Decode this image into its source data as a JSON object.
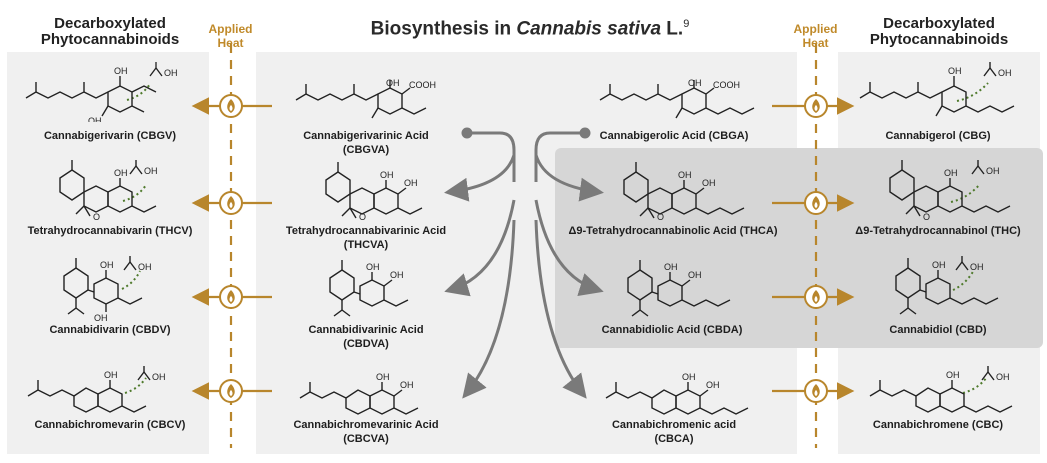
{
  "title": {
    "text": "Biosynthesis in ",
    "italic": "Cannabis sativa",
    "suffix": " L.",
    "ref": "9"
  },
  "headers": {
    "left": "Decarboxylated\nPhytocannabinoids",
    "right": "Decarboxylated\nPhytocannabinoids",
    "heat_left": "Applied\nHeat",
    "heat_right": "Applied\nHeat"
  },
  "colors": {
    "heat": "#b8862c",
    "arrow": "#7a7a7a",
    "panel": "#f0f0f0",
    "highlight": "#d6d6d6",
    "release": "#4f7a2c"
  },
  "mol_labels": {
    "cooh": "COOH",
    "oh": "OH",
    "o": "O"
  },
  "compounds": {
    "cbgv": "Cannabigerivarin (CBGV)",
    "cbgva": "Cannabigerivarinic Acid\n(CBGVA)",
    "cbga": "Cannabigerolic Acid (CBGA)",
    "cbg": "Cannabigerol (CBG)",
    "thcv": "Tetrahydrocannabivarin (THCV)",
    "thcva": "Tetrahydrocannabivarinic Acid\n(THCVA)",
    "thca": "Δ9-Tetrahydrocannabinolic Acid (THCA)",
    "thc": "Δ9-Tetrahydrocannabinol (THC)",
    "cbdv": "Cannabidivarin (CBDV)",
    "cbdva": "Cannabidivarinic Acid\n(CBDVA)",
    "cbda": "Cannabidiolic Acid (CBDA)",
    "cbd": "Cannabidiol (CBD)",
    "cbcv": "Cannabichromevarin (CBCV)",
    "cbcva": "Cannabichromevarinic Acid\n(CBCVA)",
    "cbca": "Cannabichromenic acid\n(CBCA)",
    "cbc": "Cannabichromene (CBC)"
  }
}
